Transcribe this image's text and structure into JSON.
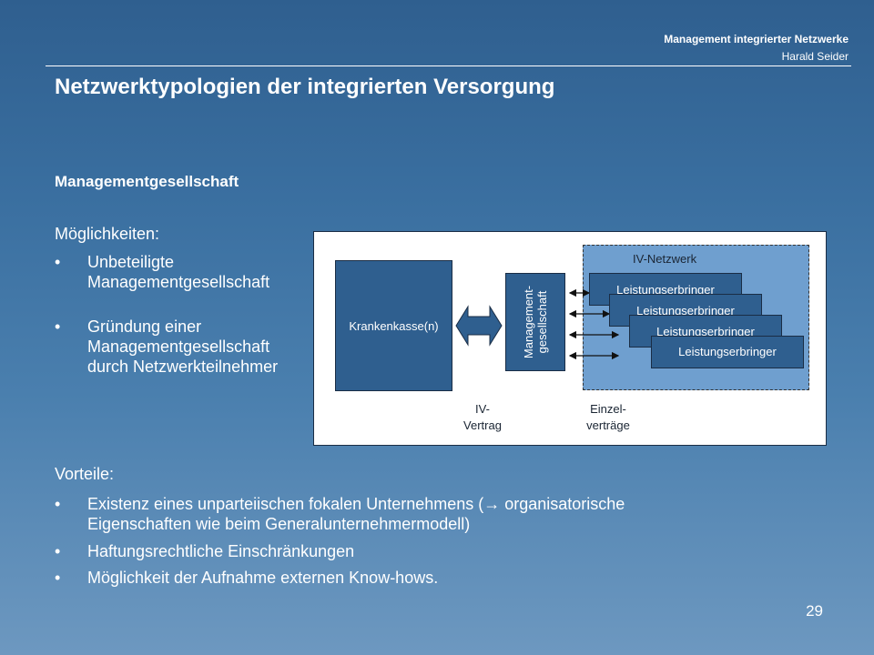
{
  "header": {
    "title": "Management integrierter Netzwerke",
    "author": "Harald Seider"
  },
  "slide": {
    "title": "Netzwerktypologien der integrierten Versorgung",
    "subtitle": "Managementgesellschaft",
    "moeglichkeiten_heading": "Möglichkeiten:",
    "moeglichkeiten": [
      [
        "Unbeteiligte",
        "Managementgesellschaft"
      ],
      [
        "Gründung einer",
        "Managementgesellschaft",
        "durch Netzwerkteilnehmer"
      ]
    ],
    "vorteile_heading": "Vorteile:",
    "vorteile": [
      [
        "Existenz eines unparteiischen fokalen Unternehmens (→ organisatorische",
        "Eigenschaften wie beim Generalunternehmermodell)"
      ],
      [
        "Haftungsrechtliche Einschränkungen"
      ],
      [
        "Möglichkeit der Aufnahme externen Know-hows."
      ]
    ],
    "bullet_symbol": "•",
    "page_number": "29"
  },
  "diagram": {
    "network_label": "IV-Netzwerk",
    "krankenkasse": "Krankenkasse(n)",
    "management": [
      "Management-",
      "gesellschaft"
    ],
    "leistungserbringer": [
      "Leistungserbringer",
      "Leistungserbringer",
      "Leistungserbringer",
      "Leistungserbringer"
    ],
    "iv_vertrag": [
      "IV-",
      "Vertrag"
    ],
    "einzelvertraege": [
      "Einzel-",
      "verträge"
    ]
  },
  "colors": {
    "box_fill": "#2f5f8f",
    "network_fill": "#6f9fcf",
    "background_top": "#2f5f8f"
  }
}
